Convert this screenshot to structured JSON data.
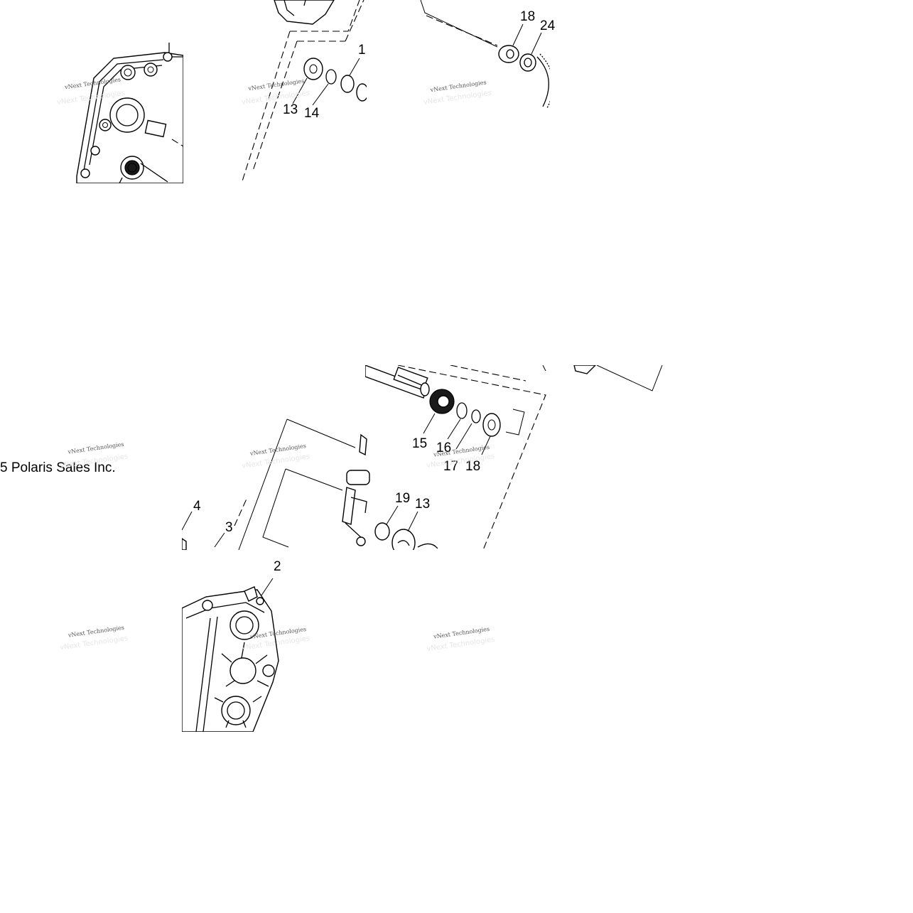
{
  "diagram": {
    "callouts": [
      {
        "id": "c18a",
        "text": "18"
      },
      {
        "id": "c24",
        "text": "24"
      },
      {
        "id": "c1",
        "text": "1"
      },
      {
        "id": "c13a",
        "text": "13"
      },
      {
        "id": "c14",
        "text": "14"
      },
      {
        "id": "c15",
        "text": "15"
      },
      {
        "id": "c16",
        "text": "16"
      },
      {
        "id": "c17",
        "text": "17"
      },
      {
        "id": "c18b",
        "text": "18"
      },
      {
        "id": "c19",
        "text": "19"
      },
      {
        "id": "c13b",
        "text": "13"
      },
      {
        "id": "c4",
        "text": "4"
      },
      {
        "id": "c3",
        "text": "3"
      },
      {
        "id": "c2",
        "text": "2"
      }
    ],
    "copyright": "5 Polaris Sales Inc.",
    "watermark": {
      "line1": "vNext Technologies",
      "line2": "vNext Technologies"
    }
  }
}
